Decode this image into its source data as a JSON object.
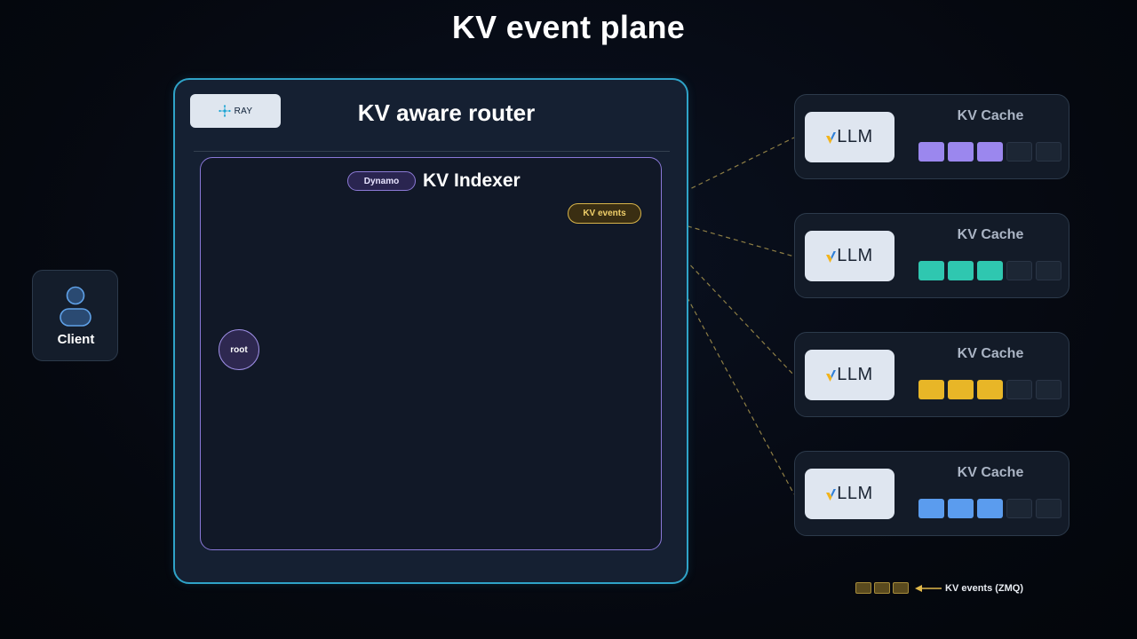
{
  "title": "KV event plane",
  "router": {
    "title": "KV aware router",
    "ray_badge": {
      "label": "RAY",
      "icon": "ray-logo-icon"
    }
  },
  "indexer": {
    "title": "KV Indexer",
    "dynamo_label": "Dynamo",
    "kv_events_label": "KV events",
    "root_label": "root"
  },
  "client": {
    "label": "Client",
    "icon": "user-icon"
  },
  "workers": [
    {
      "engine": "LLM",
      "engine_prefix": "v",
      "cache_label": "KV Cache",
      "color": "#9b87ee",
      "filled_blocks": 3,
      "total_blocks": 5
    },
    {
      "engine": "LLM",
      "engine_prefix": "v",
      "cache_label": "KV Cache",
      "color": "#2fc7b0",
      "filled_blocks": 3,
      "total_blocks": 5
    },
    {
      "engine": "LLM",
      "engine_prefix": "v",
      "cache_label": "KV Cache",
      "color": "#e8b627",
      "filled_blocks": 3,
      "total_blocks": 5
    },
    {
      "engine": "LLM",
      "engine_prefix": "v",
      "cache_label": "KV Cache",
      "color": "#5b9cee",
      "filled_blocks": 3,
      "total_blocks": 5
    }
  ],
  "legend": {
    "label": "KV events (ZMQ)",
    "blocks": 3
  },
  "colors": {
    "router_border": "#2fa3c8",
    "indexer_border": "#8a78d8",
    "event_line": "#8f7f45"
  }
}
